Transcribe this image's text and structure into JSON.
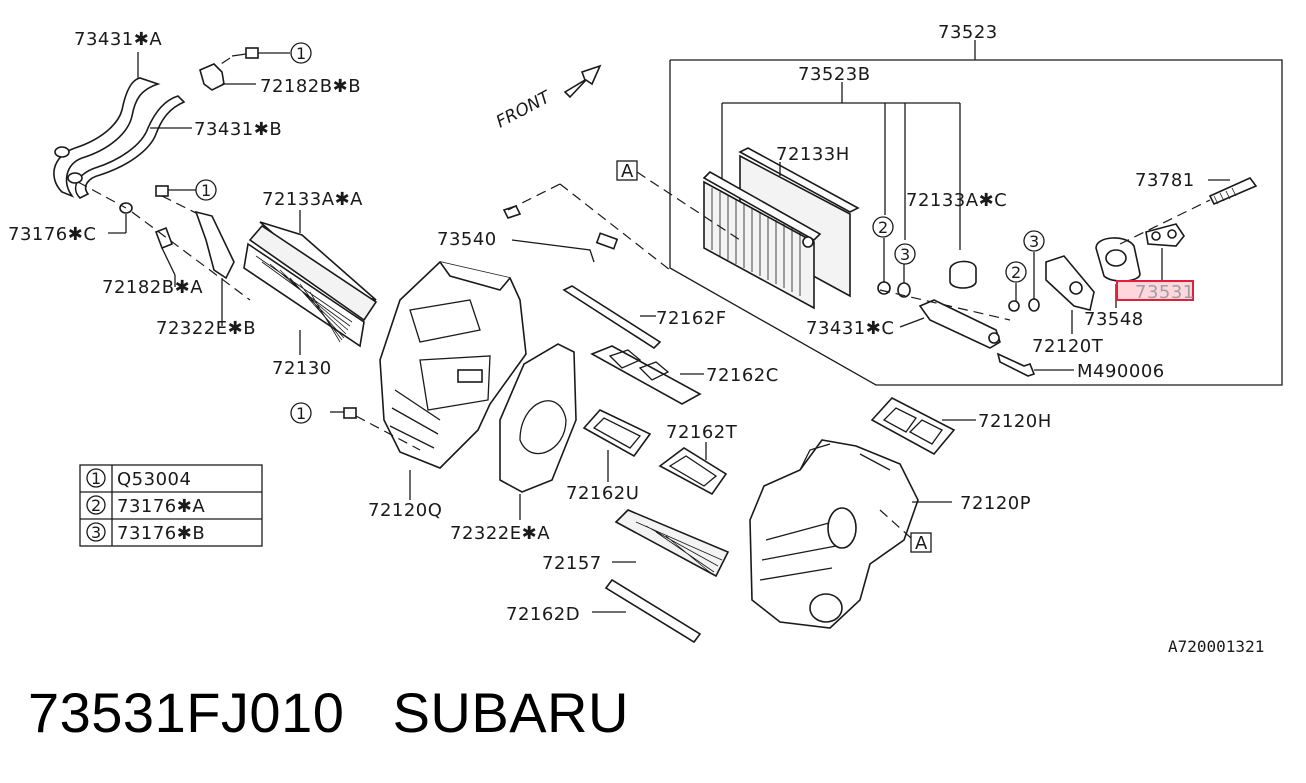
{
  "callouts": {
    "l73523": "73523",
    "l73523B": "73523B",
    "l73431A": "73431✱A",
    "l73431B": "73431✱B",
    "l72182BB": "72182B✱B",
    "l73176C": "73176✱C",
    "l72182BA": "72182B✱A",
    "l72322EB": "72322E✱B",
    "l72133AA": "72133A✱A",
    "l72130": "72130",
    "l73540": "73540",
    "l72133H": "72133H",
    "l72133AC": "72133A✱C",
    "l73781": "73781",
    "l73531": "73531",
    "l73548": "73548",
    "l72120T": "72120T",
    "l73431C": "73431✱C",
    "lM490006": "M490006",
    "l72162F": "72162F",
    "l72162C": "72162C",
    "l72162T": "72162T",
    "l72162U": "72162U",
    "l72120H": "72120H",
    "l72120P": "72120P",
    "l72120Q": "72120Q",
    "l72322EA": "72322E✱A",
    "l72157": "72157",
    "l72162D": "72162D",
    "front": "FRONT"
  },
  "markers": {
    "a": "A",
    "one": "1",
    "two": "2",
    "three": "3"
  },
  "legend": [
    {
      "num": "1",
      "part": "Q53004"
    },
    {
      "num": "2",
      "part": "73176✱A"
    },
    {
      "num": "3",
      "part": "73176✱B"
    }
  ],
  "diagram_ref": "A720001321",
  "footer": {
    "part_number": "73531FJ010",
    "brand": "SUBARU"
  },
  "colors": {
    "highlight_fill": "#ffd6dc",
    "highlight_stroke": "#e0203a"
  }
}
